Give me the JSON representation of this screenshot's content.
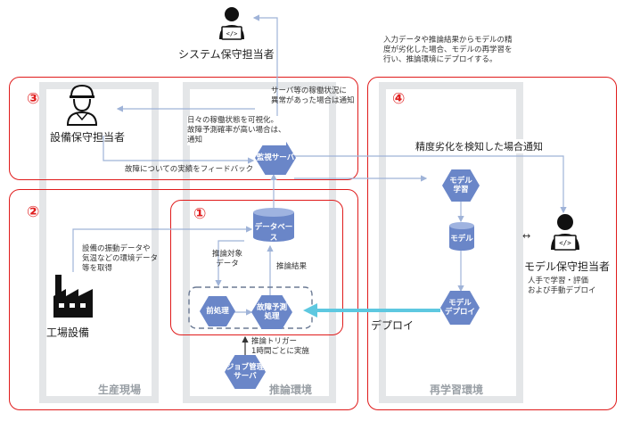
{
  "roles": {
    "system_maintainer": "システム保守担当者",
    "equipment_maintainer": "設備保守担当者",
    "model_maintainer": "モデル保守担当者",
    "factory": "工場設備"
  },
  "environments": {
    "production": "生産現場",
    "inference": "推論環境",
    "retraining": "再学習環境"
  },
  "region_numbers": [
    "①",
    "②",
    "③",
    "④"
  ],
  "nodes": {
    "monitoring_server": "監視サーバ",
    "database": "データベース",
    "preprocess": "前処理",
    "failure_prediction": [
      "故障予測",
      "処理"
    ],
    "job_server": [
      "ジョブ管理",
      "サーバ"
    ],
    "model_training": [
      "モデル",
      "学習"
    ],
    "model": "モデル",
    "model_deploy": [
      "モデル",
      "デプロイ"
    ]
  },
  "annotations": {
    "retrain_notice": [
      "入力データや推論結果からモデルの精",
      "度が劣化した場合、モデルの再学習を",
      "行い、推論環境にデプロイする。"
    ],
    "server_anomaly": [
      "サーバ等の稼働状況に",
      "異常があった場合は通知"
    ],
    "visualize": [
      "日々の稼働状態を可視化。",
      "故障予測確率が高い場合は、",
      "通知"
    ],
    "feedback": "故障についての実績をフィードバック",
    "accuracy_notice": "精度劣化を検知した場合通知",
    "sensor_data": [
      "設備の振動データや",
      "気温などの環境データ",
      "等を取得"
    ],
    "inference_target": [
      "推論対象",
      "データ"
    ],
    "inference_result": "推論結果",
    "trigger": [
      "推論トリガー",
      "1時間ごとに実施"
    ],
    "deploy": "デプロイ",
    "manual": [
      "人手で学習・評価",
      "および手動デプロイ"
    ]
  },
  "icons": [
    "engineer-laptop-icon",
    "helmet-worker-icon",
    "factory-icon",
    "database-icon"
  ],
  "colors": {
    "accent_red": "#e01b1b",
    "node_blue": "#6a86c8",
    "lane_gray": "#e4e6e8",
    "deploy_arrow": "#5ec8e0"
  }
}
